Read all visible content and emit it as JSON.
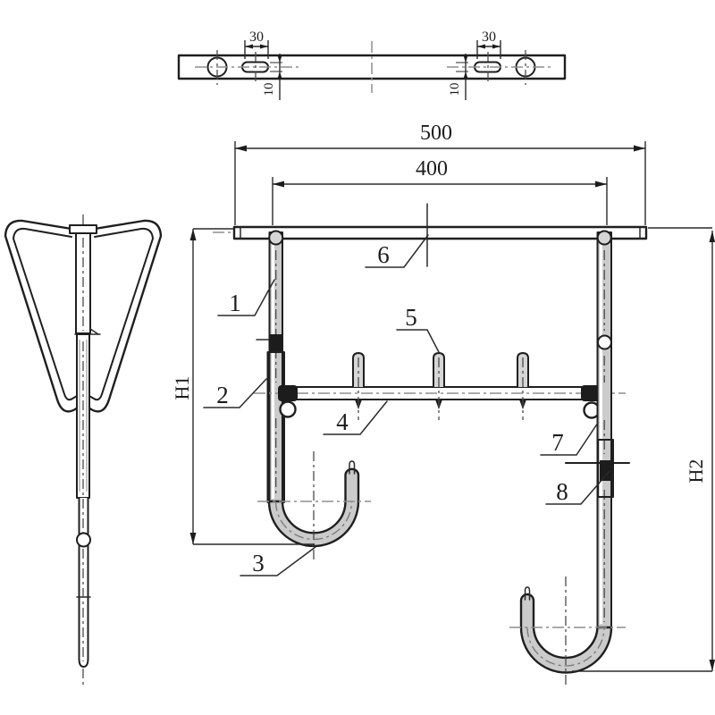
{
  "drawing": {
    "type": "engineering-drawing",
    "subject": "double J-hook hanger bracket assembly, three orthographic views",
    "colors": {
      "line": "#1f1f1f",
      "centerline": "#8d8d8d",
      "metal_fill": "#cbcbcb",
      "background": "#ffffff"
    },
    "dimensions": {
      "width_total": "500",
      "width_inner": "400",
      "slot_length_left": "30",
      "slot_length_right": "30",
      "slot_width_left": "10",
      "slot_width_right": "10",
      "height_left": "H1",
      "height_right": "H2"
    },
    "part_numbers": {
      "p1": "1",
      "p2": "2",
      "p3": "3",
      "p4": "4",
      "p5": "5",
      "p6": "6",
      "p7": "7",
      "p8": "8"
    }
  }
}
